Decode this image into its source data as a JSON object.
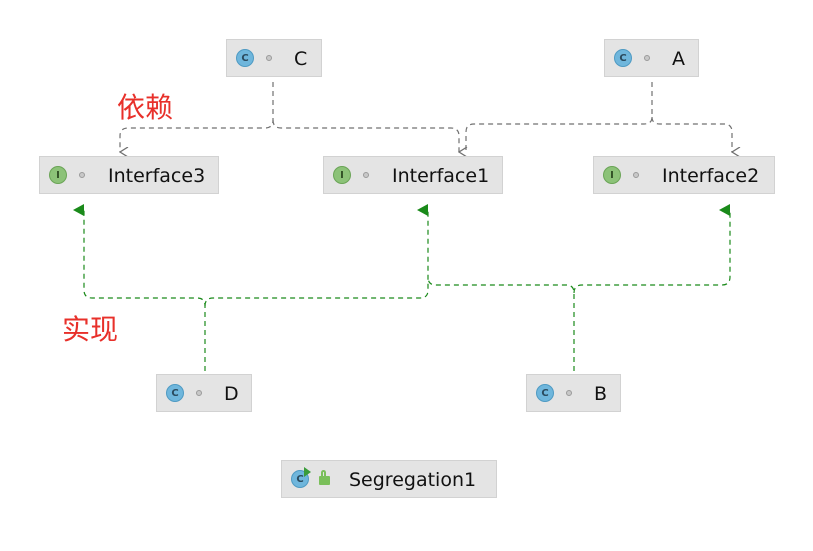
{
  "diagram": {
    "nodes": [
      {
        "id": "C",
        "label": "C",
        "kind": "class",
        "badge": "C"
      },
      {
        "id": "A",
        "label": "A",
        "kind": "class",
        "badge": "C"
      },
      {
        "id": "Interface3",
        "label": "Interface3",
        "kind": "interface",
        "badge": "I"
      },
      {
        "id": "Interface1",
        "label": "Interface1",
        "kind": "interface",
        "badge": "I"
      },
      {
        "id": "Interface2",
        "label": "Interface2",
        "kind": "interface",
        "badge": "I"
      },
      {
        "id": "D",
        "label": "D",
        "kind": "class",
        "badge": "C"
      },
      {
        "id": "B",
        "label": "B",
        "kind": "class",
        "badge": "C"
      },
      {
        "id": "Segregation1",
        "label": "Segregation1",
        "kind": "main-class",
        "badge": "C"
      }
    ],
    "edges": [
      {
        "from": "C",
        "to": "Interface3",
        "type": "dependency"
      },
      {
        "from": "C",
        "to": "Interface1",
        "type": "dependency"
      },
      {
        "from": "A",
        "to": "Interface1",
        "type": "dependency"
      },
      {
        "from": "A",
        "to": "Interface2",
        "type": "dependency"
      },
      {
        "from": "D",
        "to": "Interface3",
        "type": "realization"
      },
      {
        "from": "D",
        "to": "Interface1",
        "type": "realization"
      },
      {
        "from": "B",
        "to": "Interface1",
        "type": "realization"
      },
      {
        "from": "B",
        "to": "Interface2",
        "type": "realization"
      }
    ],
    "annotations": {
      "dependency": "依赖",
      "realization": "实现"
    }
  },
  "colors": {
    "dependency": "#707070",
    "realization": "#1a8a1a",
    "annotation": "#e8302a",
    "node_bg": "#e4e4e4",
    "class_badge": "#6fb6dc",
    "interface_badge": "#8cc278"
  },
  "icons": {
    "class": "class-badge-icon",
    "interface": "interface-badge-icon",
    "visibility": "package-visibility-icon",
    "run": "run-marker-icon",
    "public": "unlocked-icon"
  }
}
